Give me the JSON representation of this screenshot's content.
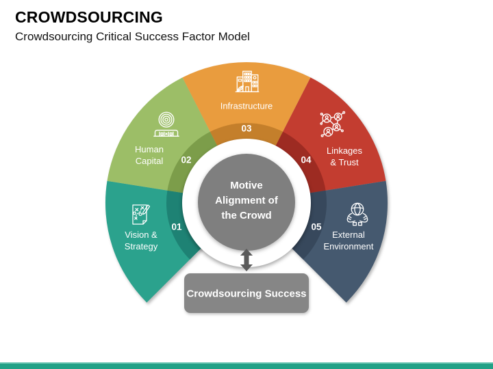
{
  "slide": {
    "title": "CROWDSOURCING",
    "subtitle": "Crowdsourcing Critical Success Factor Model"
  },
  "diagram": {
    "segments": [
      {
        "number": "01",
        "label": "Vision & Strategy",
        "color": "#2BA28D",
        "dark_color": "#1E8274",
        "icon": "strategy-plan-icon"
      },
      {
        "number": "02",
        "label": "Human Capital",
        "color": "#9CBE67",
        "dark_color": "#7C9D4A",
        "icon": "talent-podium-icon"
      },
      {
        "number": "03",
        "label": "Infrastructure",
        "color": "#E99C3E",
        "dark_color": "#C47F2B",
        "icon": "buildings-icon"
      },
      {
        "number": "04",
        "label": "Linkages & Trust",
        "color": "#C33D30",
        "dark_color": "#9D2B22",
        "icon": "people-network-icon"
      },
      {
        "number": "05",
        "label": "External Environment",
        "color": "#45596F",
        "dark_color": "#37485C",
        "icon": "hands-globe-icon"
      }
    ],
    "center_label_lines": [
      "Motive",
      "Alignment of",
      "the Crowd"
    ],
    "center_color": "#7F7F7F",
    "arrow_color": "#5A5A5A",
    "success_label": "Crowdsourcing Success",
    "success_box_color": "#868686"
  },
  "footer": {
    "bar_color": "#21A186",
    "bar_highlight_color": "#83CFBF"
  }
}
